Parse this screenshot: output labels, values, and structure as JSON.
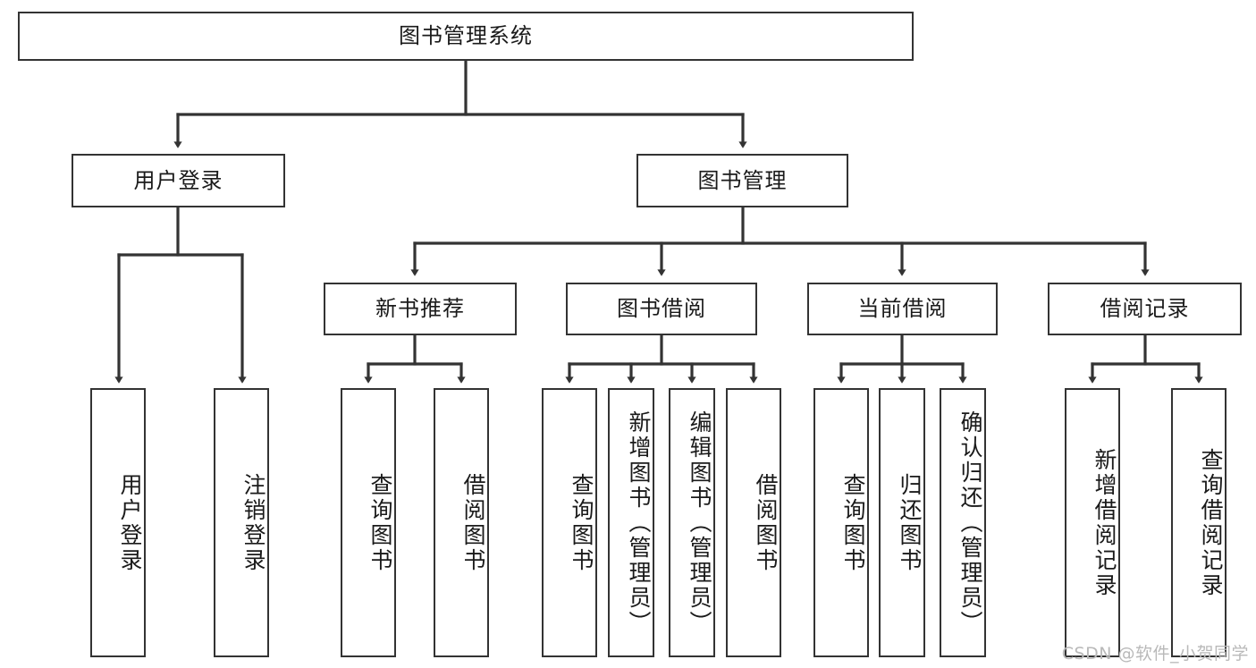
{
  "diagram": {
    "title": "图书管理系统",
    "watermark": "CSDN @软件_小贺同学",
    "root": {
      "label": "图书管理系统"
    },
    "level2": [
      {
        "label": "用户登录"
      },
      {
        "label": "图书管理"
      }
    ],
    "level3": [
      {
        "label": "新书推荐"
      },
      {
        "label": "图书借阅"
      },
      {
        "label": "当前借阅"
      },
      {
        "label": "借阅记录"
      }
    ],
    "leaves": {
      "user_login": [
        {
          "label": "用户登录"
        },
        {
          "label": "注销登录"
        }
      ],
      "new_book_recommend": [
        {
          "label": "查询图书"
        },
        {
          "label": "借阅图书"
        }
      ],
      "book_borrow": [
        {
          "label": "查询图书"
        },
        {
          "label": "新增图书（管理员）"
        },
        {
          "label": "编辑图书（管理员）"
        },
        {
          "label": "借阅图书"
        }
      ],
      "current_borrow": [
        {
          "label": "查询图书"
        },
        {
          "label": "归还图书"
        },
        {
          "label": "确认归还（管理员）"
        }
      ],
      "borrow_record": [
        {
          "label": "新增借阅记录"
        },
        {
          "label": "查询借阅记录"
        }
      ]
    },
    "colors": {
      "border": "#333333",
      "text": "#1a1a1a",
      "background": "#ffffff",
      "watermark": "#b9b9b9"
    }
  }
}
